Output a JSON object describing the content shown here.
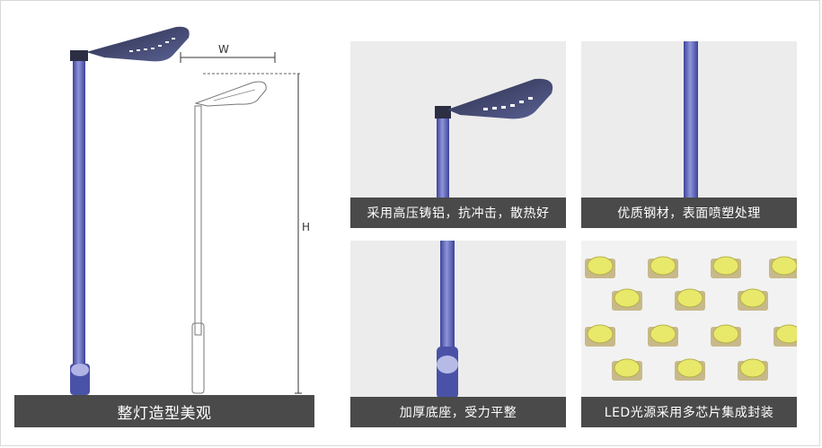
{
  "main_panel": {
    "caption": "整灯造型美观",
    "dimension_width_label": "W",
    "dimension_height_label": "H"
  },
  "panels": [
    {
      "id": "lamp-head",
      "caption": "采用高压铸铝，抗冲击，散热好"
    },
    {
      "id": "pole-steel",
      "caption": "优质钢材，表面喷塑处理"
    },
    {
      "id": "thick-base",
      "caption": "加厚底座，受力平整"
    },
    {
      "id": "led-chips",
      "caption": "LED光源采用多芯片集成封装"
    }
  ],
  "colors": {
    "pole_blue": "#5a62b8",
    "caption_bg": "#4a4a4a",
    "panel_bg": "#ececec",
    "led_yellow": "#e8e86a"
  }
}
